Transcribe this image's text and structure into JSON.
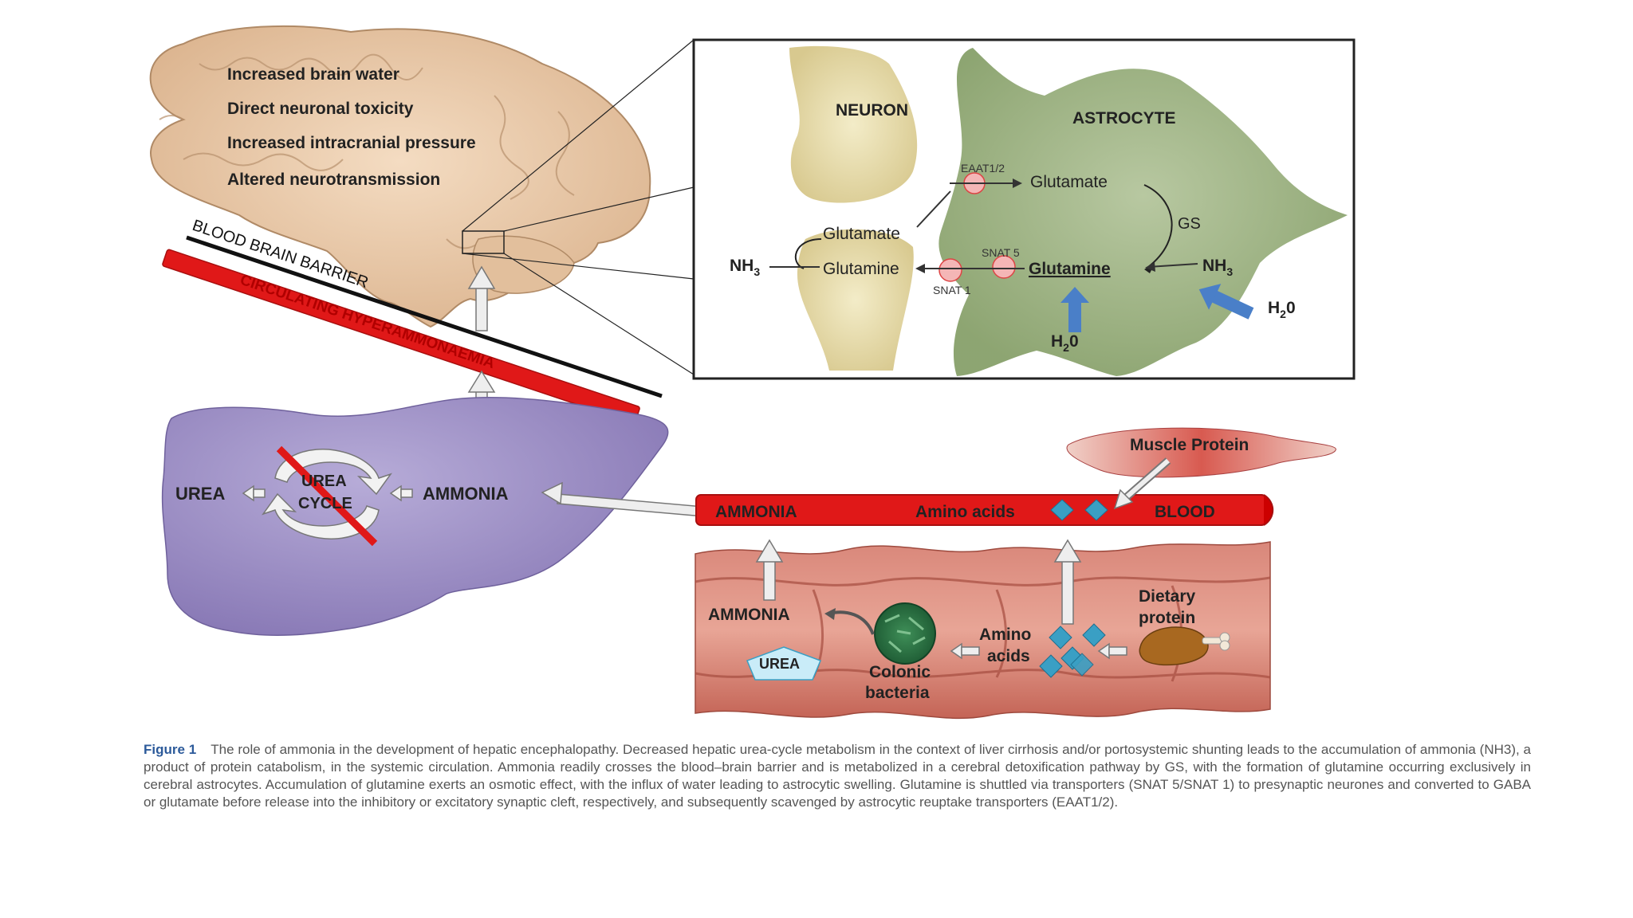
{
  "brain": {
    "effects": [
      "Increased brain water",
      "Direct neuronal toxicity",
      "Increased intracranial pressure",
      "Altered neurotransmission"
    ],
    "barrier_label": "BLOOD BRAIN BARRIER",
    "circulating_label": "CIRCULATING HYPERAMMONAEMIA"
  },
  "inset": {
    "neuron": "NEURON",
    "astrocyte": "ASTROCYTE",
    "eaat": "EAAT1/2",
    "glutamate_astro": "Glutamate",
    "gs": "GS",
    "glutamate_neuron": "Glutamate",
    "glutamine_neuron": "Glutamine",
    "snat5": "SNAT 5",
    "snat1": "SNAT 1",
    "glutamine_astro": "Glutamine",
    "nh3_left": "NH",
    "nh3_right": "NH",
    "nh3_sub": "3",
    "h2o_left": "H",
    "h2o_right": "H",
    "h2o_sub": "2",
    "h2o_o": "0"
  },
  "liver": {
    "urea": "UREA",
    "cycle_line1": "UREA",
    "cycle_line2": "CYCLE",
    "ammonia": "AMMONIA"
  },
  "blood": {
    "ammonia": "AMMONIA",
    "amino_acids": "Amino acids",
    "blood": "BLOOD",
    "muscle_protein": "Muscle Protein"
  },
  "gut": {
    "ammonia": "AMMONIA",
    "urea": "UREA",
    "colonic_line1": "Colonic",
    "colonic_line2": "bacteria",
    "amino_line1": "Amino",
    "amino_line2": "acids",
    "dietary_line1": "Dietary",
    "dietary_line2": "protein"
  },
  "caption": {
    "label": "Figure 1",
    "text": "The role of ammonia in the development of hepatic encephalopathy. Decreased hepatic urea-cycle metabolism in the context of liver cirrhosis and/or portosystemic shunting leads to the accumulation of ammonia (NH3), a product of protein catabolism, in the systemic circulation. Ammonia readily crosses the blood–brain barrier and is metabolized in a cerebral detoxification pathway by GS, with the formation of glutamine occurring exclusively in cerebral astrocytes. Accumulation of glutamine exerts an osmotic effect, with the influx of water leading to astrocytic swelling. Glutamine is shuttled via transporters (SNAT 5/SNAT 1) to presynaptic neurones and converted to GABA or glutamate before release into the inhibitory or excitatory synaptic cleft, respectively, and subsequently scavenged by astrocytic reuptake transporters (EAAT1/2)."
  },
  "colors": {
    "brain": "#e8c8a8",
    "liver": "#9b8ec4",
    "blood_red": "#e01818",
    "neuron": "#e6dcaa",
    "astrocyte": "#9cb080",
    "gut": "#c86b5e",
    "diamond": "#3a9fc4",
    "water_arrow": "#4a7fc8",
    "caption_label": "#2c5a9a"
  }
}
